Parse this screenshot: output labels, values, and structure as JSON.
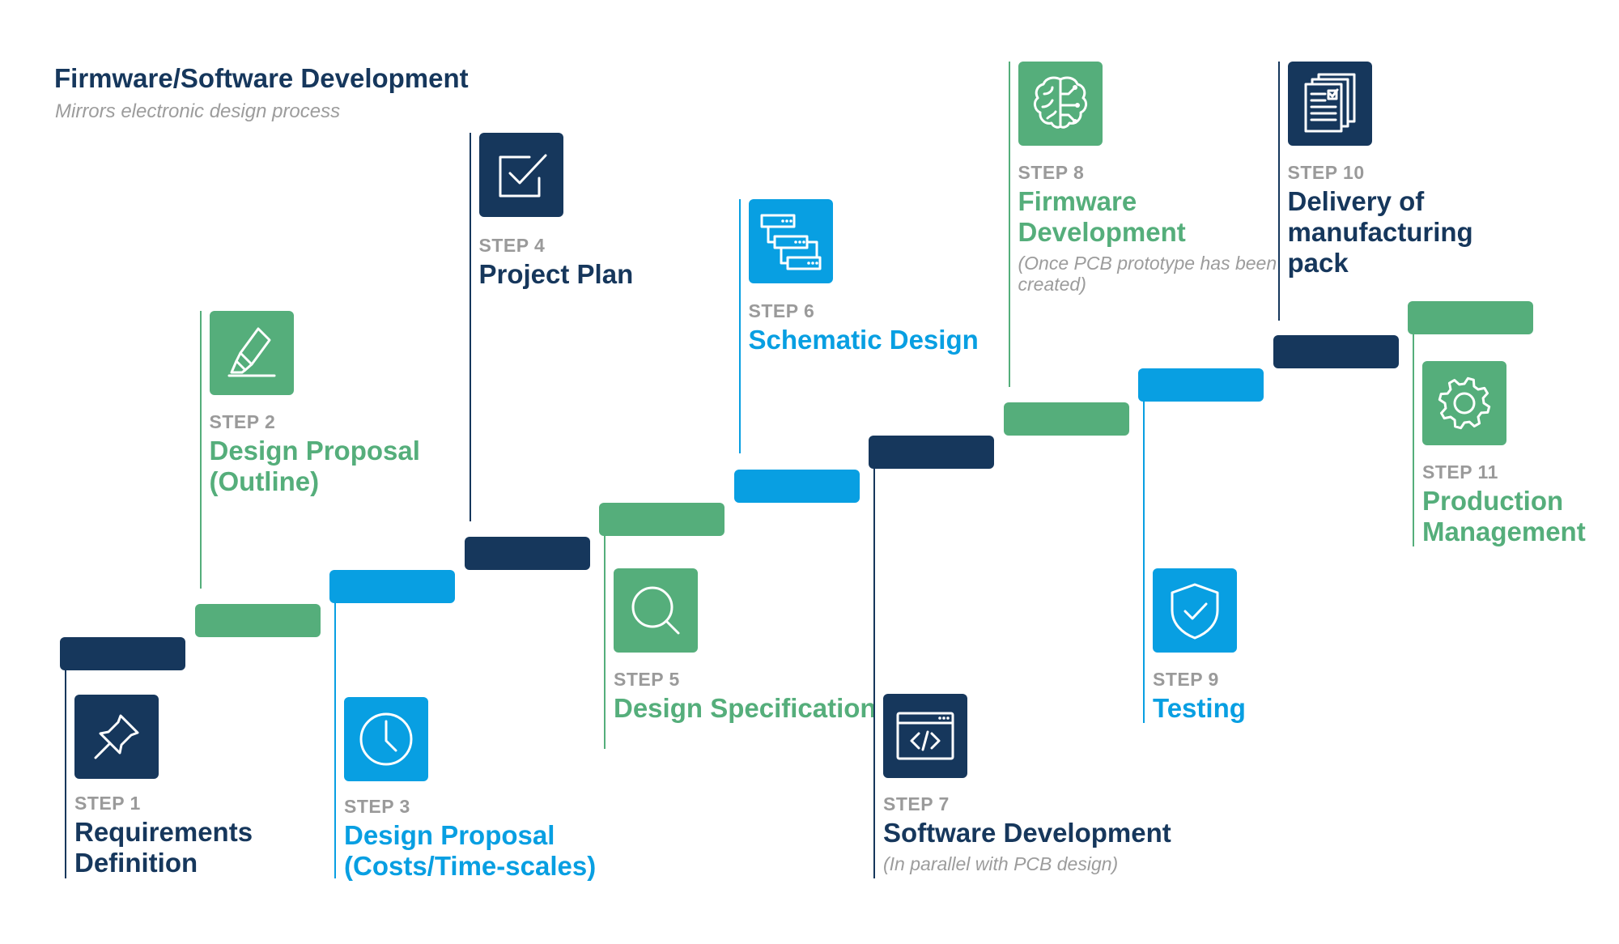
{
  "header": {
    "title": "Firmware/Software Development",
    "subtitle": "Mirrors electronic design process"
  },
  "colors": {
    "navy": "#16375c",
    "green": "#55ae7b",
    "blue": "#089fe2",
    "step_grey": "#9a9a9a",
    "note_grey": "#9c9c9c"
  },
  "steps": [
    {
      "number": "STEP 1",
      "name": "Requirements Definition",
      "note": "",
      "color": "navy",
      "icon": "pin-icon"
    },
    {
      "number": "STEP 2",
      "name": "Design Proposal (Outline)",
      "note": "",
      "color": "green",
      "icon": "highlighter-icon"
    },
    {
      "number": "STEP 3",
      "name": "Design Proposal (Costs/Time-scales)",
      "note": "",
      "color": "blue",
      "icon": "clock-icon"
    },
    {
      "number": "STEP 4",
      "name": "Project Plan",
      "note": "",
      "color": "navy",
      "icon": "checkbox-icon"
    },
    {
      "number": "STEP 5",
      "name": "Design Specification",
      "note": "",
      "color": "green",
      "icon": "magnifier-icon"
    },
    {
      "number": "STEP 6",
      "name": "Schematic Design",
      "note": "",
      "color": "blue",
      "icon": "schematic-blocks-icon"
    },
    {
      "number": "STEP 7",
      "name": "Software Development",
      "note": "(In parallel with PCB design)",
      "color": "navy",
      "icon": "code-window-icon"
    },
    {
      "number": "STEP 8",
      "name": "Firmware Development",
      "note": "(Once PCB prototype has been created)",
      "color": "green",
      "icon": "brain-circuit-icon"
    },
    {
      "number": "STEP 9",
      "name": "Testing",
      "note": "",
      "color": "blue",
      "icon": "shield-check-icon"
    },
    {
      "number": "STEP 10",
      "name": "Delivery of manufacturing pack",
      "note": "",
      "color": "navy",
      "icon": "documents-icon"
    },
    {
      "number": "STEP 11",
      "name": "Production Management",
      "note": "",
      "color": "green",
      "icon": "gear-icon"
    }
  ]
}
